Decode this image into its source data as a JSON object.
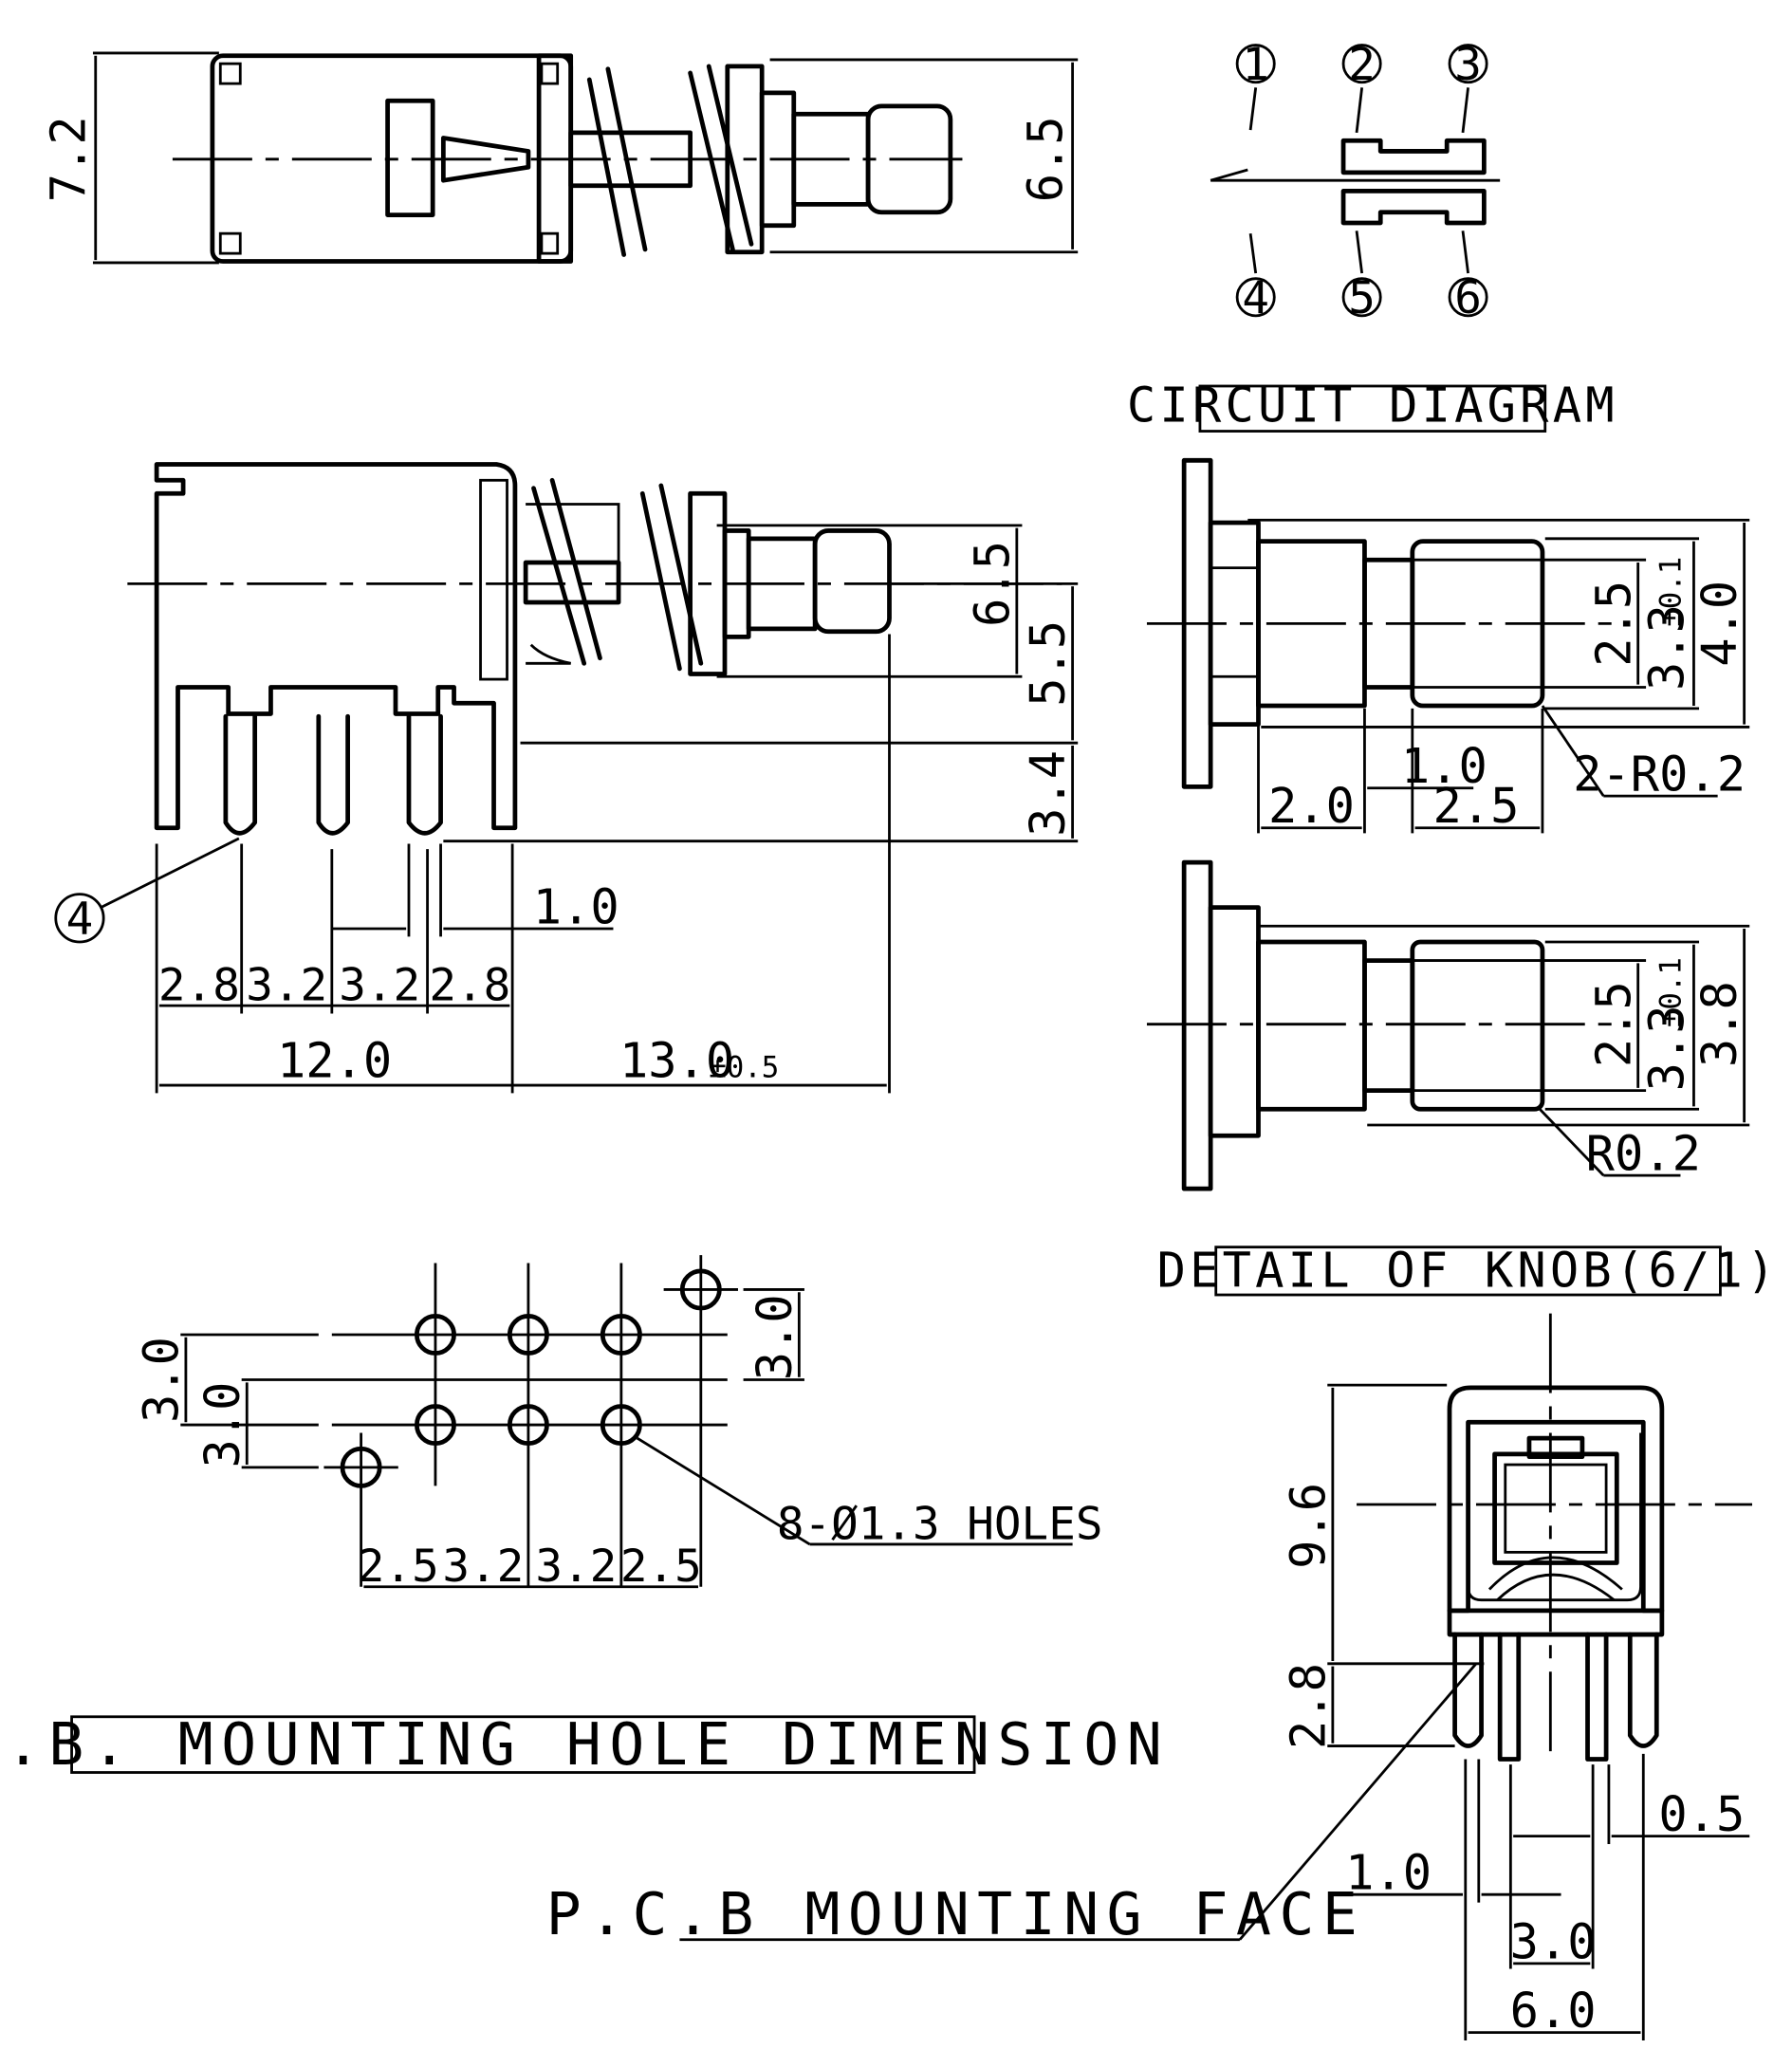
{
  "titles": {
    "circuit": "CIRCUIT DIAGRAM",
    "knob": "DETAIL OF KNOB(6/1)",
    "pcb": "P.C.B. MOUNTING HOLE DIMENSION",
    "face": "P.C.B MOUNTING FACE",
    "holes": "8-Ø1.3 HOLES"
  },
  "circuit_pins": [
    "1",
    "2",
    "3",
    "4",
    "5",
    "6"
  ],
  "top_view": {
    "height": "7.2",
    "plunger": "6.5"
  },
  "side_view": {
    "h_plunger": "6.5",
    "h_body": "5.5",
    "h_pins": "3.4",
    "pin_w": "1.0",
    "pitch_a": "2.8",
    "pitch_b": "3.2",
    "pitch_c": "3.2",
    "pitch_d": "2.8",
    "body_len": "12.0",
    "stroke_len": "13.0",
    "stroke_tol": "±0.5",
    "callout": "4"
  },
  "knob_a": {
    "d_inner": "2.5",
    "d_mid": "3.3",
    "d_mid_tol": "±0.1",
    "d_outer": "4.0",
    "l1": "2.0",
    "gap": "1.0",
    "l2": "2.5",
    "radius": "2-R0.2"
  },
  "knob_b": {
    "d_inner": "2.5",
    "d_mid": "3.3",
    "d_mid_tol": "±0.1",
    "d_outer": "3.8",
    "radius": "R0.2"
  },
  "pcb": {
    "v1": "3.0",
    "v2": "3.0",
    "v3": "3.0",
    "h1": "2.5",
    "h2": "3.2",
    "h3": "3.2",
    "h4": "2.5"
  },
  "front": {
    "height": "9.6",
    "pin_h": "2.8",
    "pin_w": "0.5",
    "offset": "1.0",
    "pitch": "3.0",
    "width": "6.0"
  }
}
